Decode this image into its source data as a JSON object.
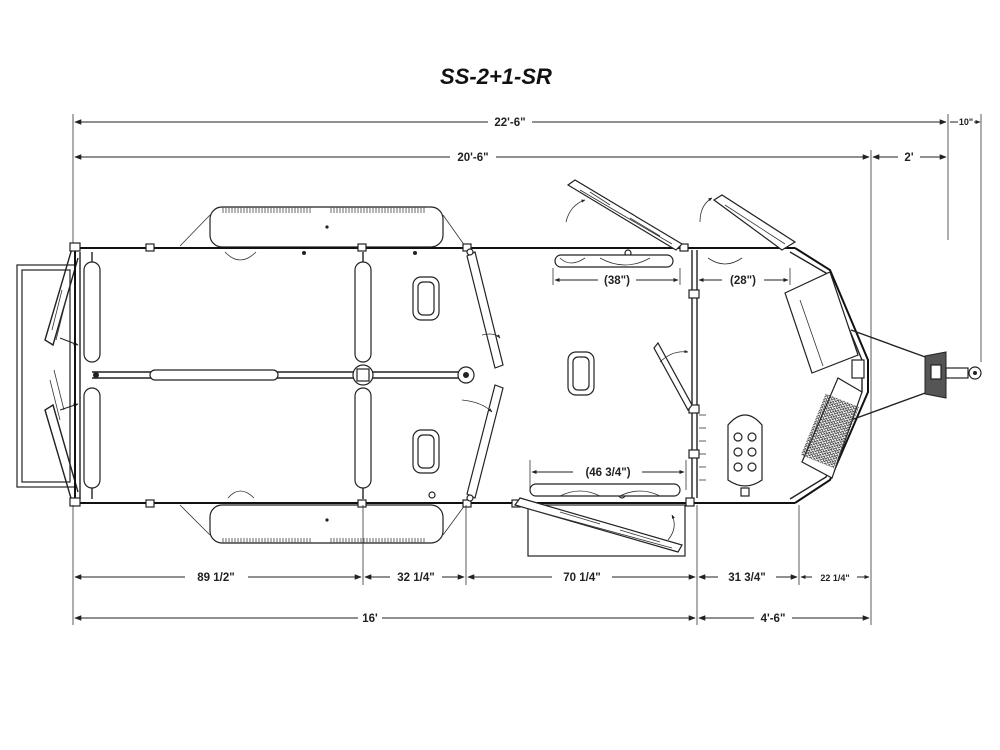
{
  "title": "SS-2+1-SR",
  "dimensions": {
    "overall_length": "22'-6\"",
    "body_length": "20'-6\"",
    "tongue": "2'",
    "hitch_offset": "10\"",
    "stall_width": "89 1/2\"",
    "aisle_1": "32 1/4\"",
    "box_stall": "70 1/4\"",
    "tack_room": "31 3/4\"",
    "nose": "22 1/4\"",
    "living_area": "16'",
    "front_area": "4'-6\"",
    "window_top_1": "(38\")",
    "window_top_2": "(28\")",
    "window_bottom": "(46 3/4\")"
  }
}
